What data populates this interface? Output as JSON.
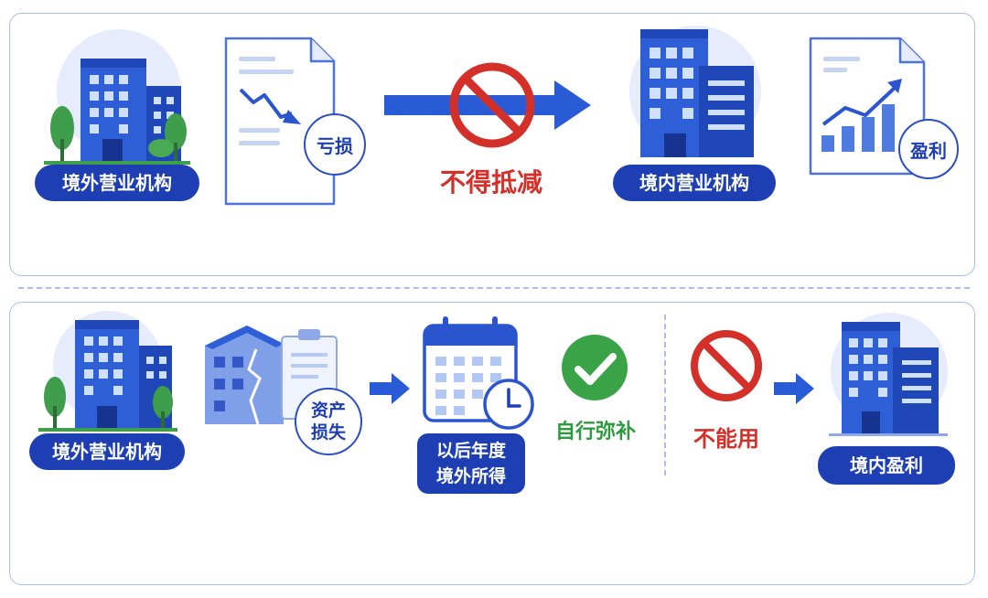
{
  "top": {
    "foreign_branch": "境外营业机构",
    "loss": "亏损",
    "no_offset": "不得抵减",
    "domestic_branch": "境内营业机构",
    "profit": "盈利"
  },
  "bottom": {
    "foreign_branch": "境外营业机构",
    "asset_loss_line1": "资产",
    "asset_loss_line2": "损失",
    "future_income_line1": "以后年度",
    "future_income_line2": "境外所得",
    "self_offset": "自行弥补",
    "cannot_use": "不能用",
    "domestic_profit": "境内盈利"
  },
  "colors": {
    "brand_blue": "#1d3fb3",
    "arrow_blue": "#2a5bd7",
    "prohibit_red": "#d4302a",
    "check_green": "#3aa348"
  }
}
